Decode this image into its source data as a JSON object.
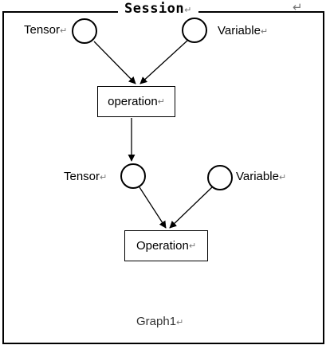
{
  "session": {
    "title": "Session",
    "return_mark": "↵"
  },
  "nodes": {
    "tensor_top": {
      "label": "Tensor",
      "mark": "↵"
    },
    "variable_top": {
      "label": "Variable",
      "mark": "↵"
    },
    "operation_top": {
      "label": "operation",
      "mark": "↵"
    },
    "tensor_mid": {
      "label": "Tensor",
      "mark": "↵"
    },
    "variable_mid": {
      "label": "Variable",
      "mark": "↵"
    },
    "operation_bottom": {
      "label": "Operation",
      "mark": "↵"
    }
  },
  "graph": {
    "label": "Graph1",
    "mark": "↵"
  },
  "corner_mark": "↵"
}
